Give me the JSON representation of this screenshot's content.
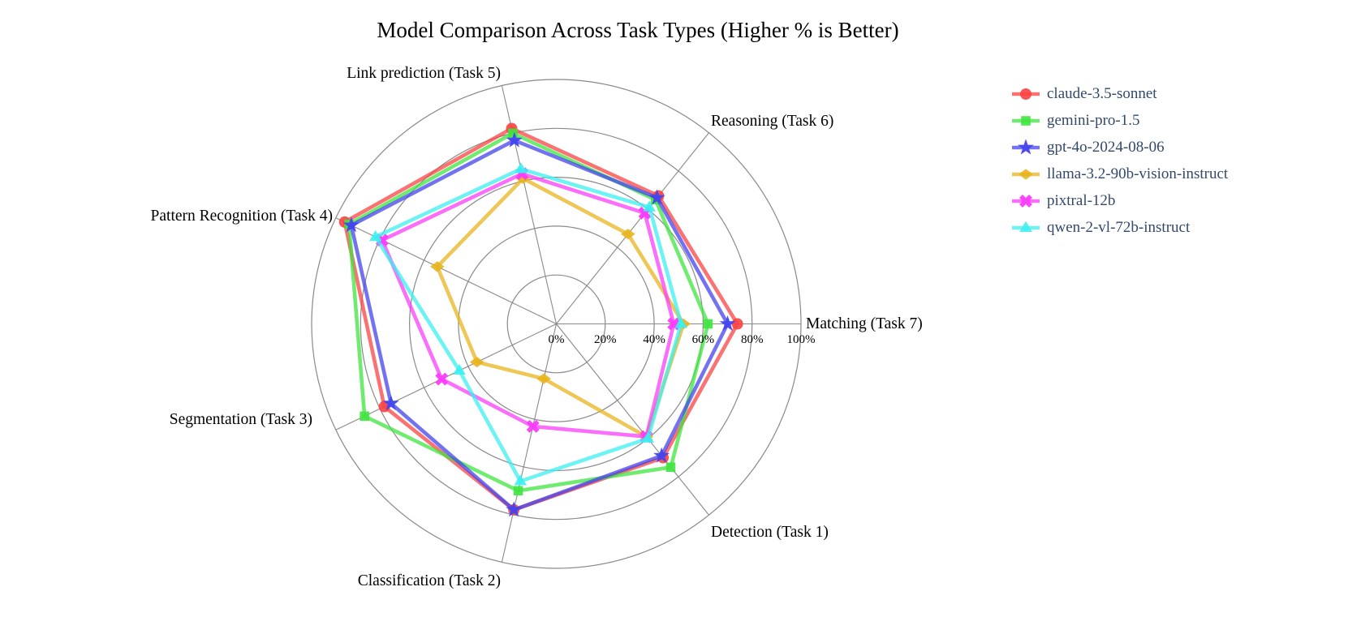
{
  "title": "Model Comparison Across Task Types (Higher % is Better)",
  "legend": {
    "position": "right",
    "text_color": "#33496B"
  },
  "chart_data": {
    "type": "radar",
    "title": "Model Comparison Across Task Types (Higher % is Better)",
    "categories": [
      "Matching (Task 7)",
      "Reasoning (Task 6)",
      "Link prediction (Task 5)",
      "Pattern Recognition (Task 4)",
      "Segmentation (Task 3)",
      "Classification (Task 2)",
      "Detection (Task 1)"
    ],
    "angles_deg": [
      0,
      51.43,
      102.86,
      154.29,
      205.71,
      257.14,
      308.57
    ],
    "rlim": [
      0,
      100
    ],
    "tick_values": [
      0,
      20,
      40,
      60,
      80,
      100
    ],
    "tick_labels": [
      "0%",
      "20%",
      "40%",
      "60%",
      "80%",
      "100%"
    ],
    "grid": true,
    "series": [
      {
        "name": "claude-3.5-sonnet",
        "color": "#F94343",
        "marker": "circle",
        "values": [
          74,
          67,
          82,
          96,
          78,
          78,
          70
        ]
      },
      {
        "name": "gemini-pro-1.5",
        "color": "#3FE43F",
        "marker": "square",
        "values": [
          62,
          65,
          80,
          94,
          87,
          70,
          75
        ]
      },
      {
        "name": "gpt-4o-2024-08-06",
        "color": "#4444EE",
        "marker": "star",
        "values": [
          70,
          66,
          77,
          93,
          75,
          78,
          69
        ]
      },
      {
        "name": "llama-3.2-90b-vision-instruct",
        "color": "#E8B41E",
        "marker": "diamond",
        "values": [
          52,
          47,
          61,
          54,
          36,
          23,
          59
        ]
      },
      {
        "name": "pixtral-12b",
        "color": "#FA3CFA",
        "marker": "x",
        "values": [
          48,
          58,
          63,
          79,
          52,
          43,
          59
        ]
      },
      {
        "name": "qwen-2-vl-72b-instruct",
        "color": "#3CEFEF",
        "marker": "triangle",
        "values": [
          51,
          61,
          65,
          82,
          44,
          66,
          60
        ]
      }
    ]
  }
}
